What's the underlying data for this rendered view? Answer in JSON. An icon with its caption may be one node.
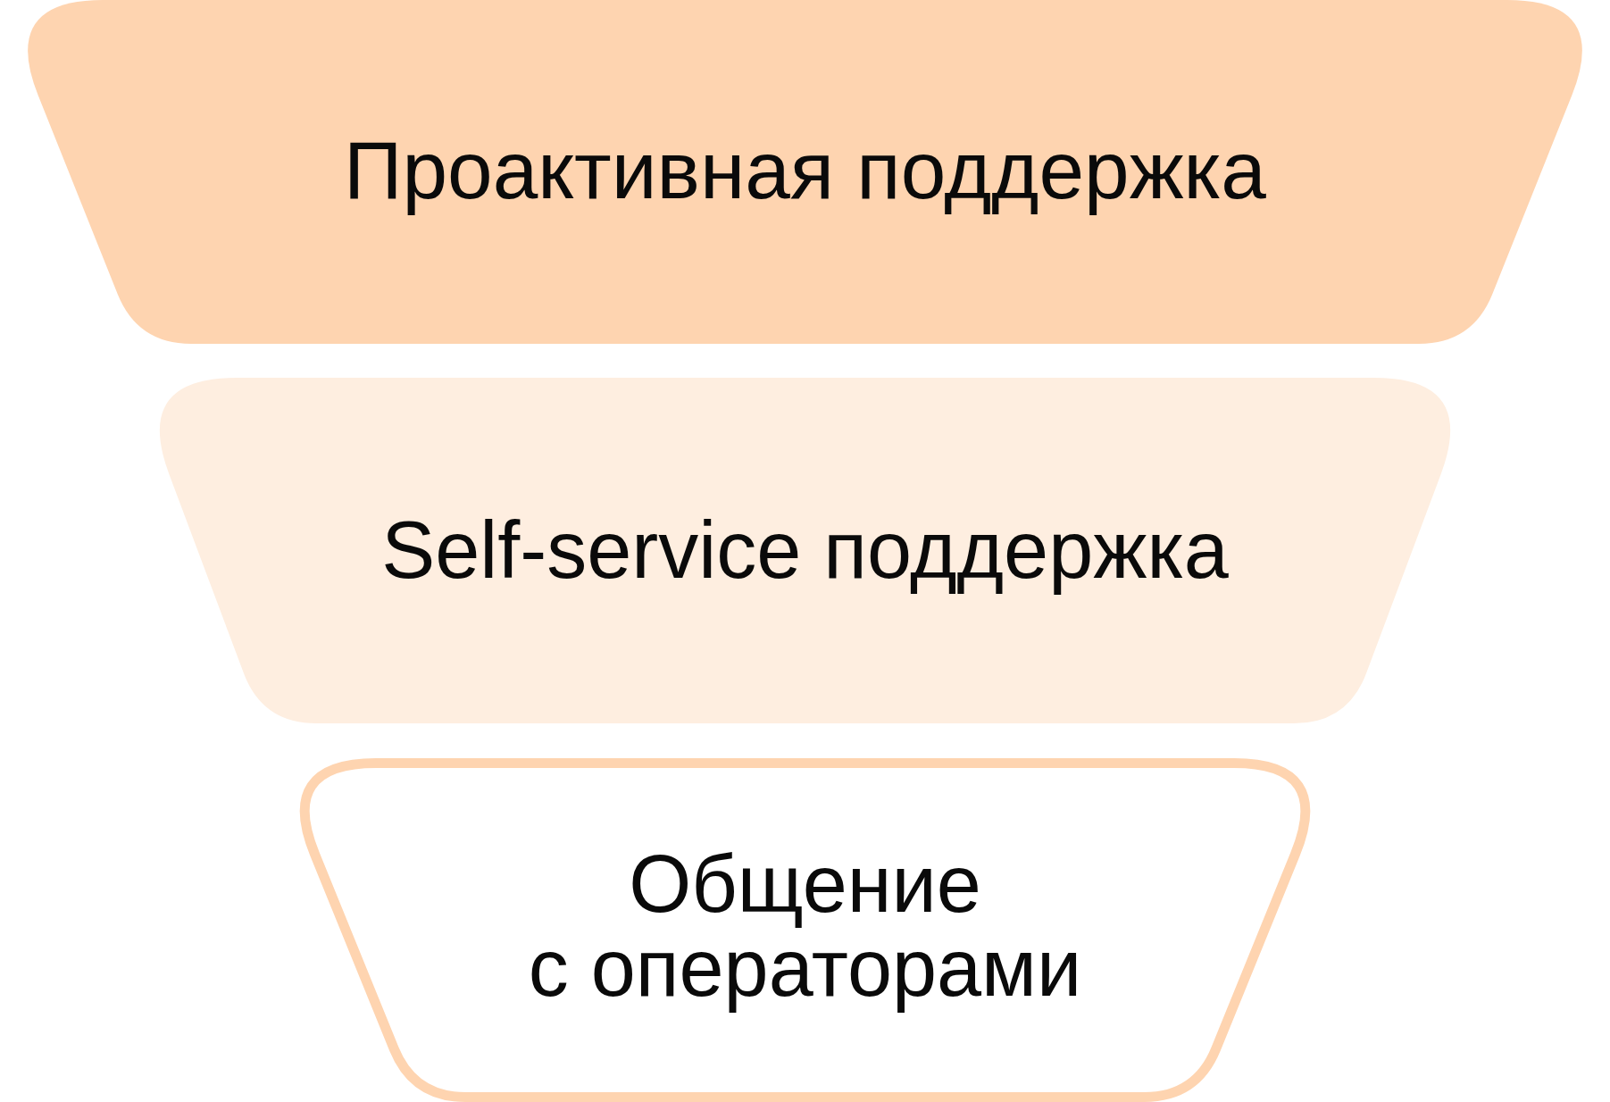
{
  "diagram": {
    "nodes": [
      {
        "text": [
          "Проактивная поддержка"
        ]
      },
      {
        "text": [
          "Self-service поддержка"
        ]
      },
      {
        "text": [
          "Общение с операторами"
        ]
      }
    ]
  }
}
